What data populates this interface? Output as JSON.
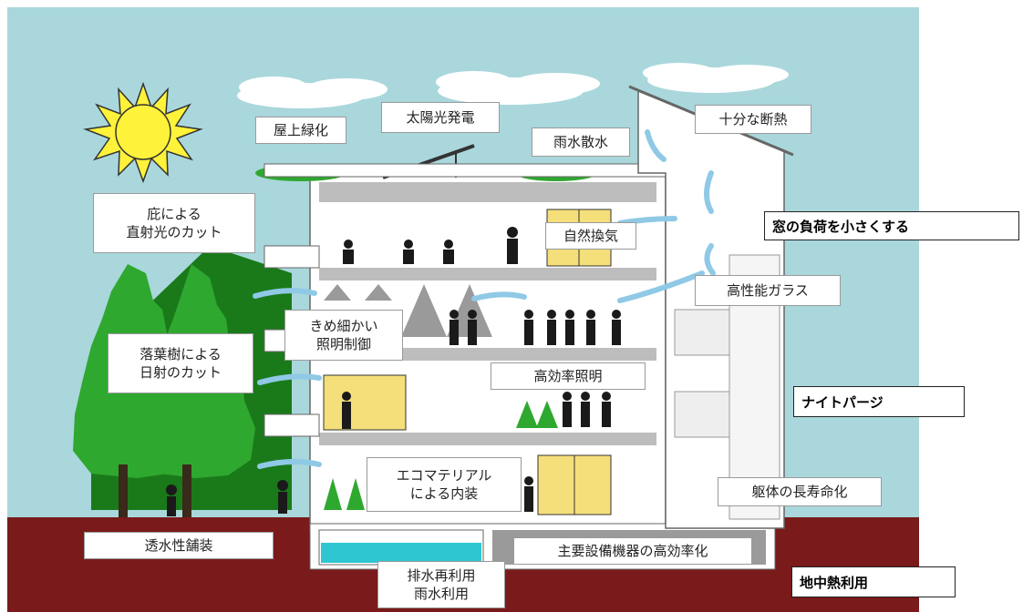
{
  "labels": {
    "rooftop_greening": "屋上緑化",
    "solar_power": "太陽光発電",
    "rainwater_sprinkling": "雨水散水",
    "sufficient_insulation": "十分な断熱",
    "eaves_cut": "庇による\n直射光のカット",
    "natural_ventilation": "自然換気",
    "high_performance_glass": "高性能ガラス",
    "fine_lighting_control": "きめ細かい\n照明制御",
    "deciduous_trees_cut": "落葉樹による\n日射のカット",
    "efficient_lighting": "高効率照明",
    "eco_material_interior": "エコマテリアル\nによる内装",
    "structure_longevity": "躯体の長寿命化",
    "permeable_pavement": "透水性舗装",
    "efficient_equipment": "主要設備機器の高効率化",
    "wastewater_reuse": "排水再利用\n雨水利用"
  },
  "side_labels": {
    "reduce_window_load": "窓の負荷を小さくする",
    "night_purge": "ナイトパージ",
    "geothermal_use": "地中熱利用"
  },
  "colors": {
    "sky": "#a9d7dc",
    "ground": "#7a1a1a",
    "tree_dark": "#1a7a1a",
    "tree_light": "#2fa82f",
    "sun": "#fff23a",
    "building": "#ffffff",
    "slab": "#bdbdbd",
    "window": "#f4df7a",
    "arrow": "#8fc9e6",
    "water": "#2ec6d1"
  }
}
